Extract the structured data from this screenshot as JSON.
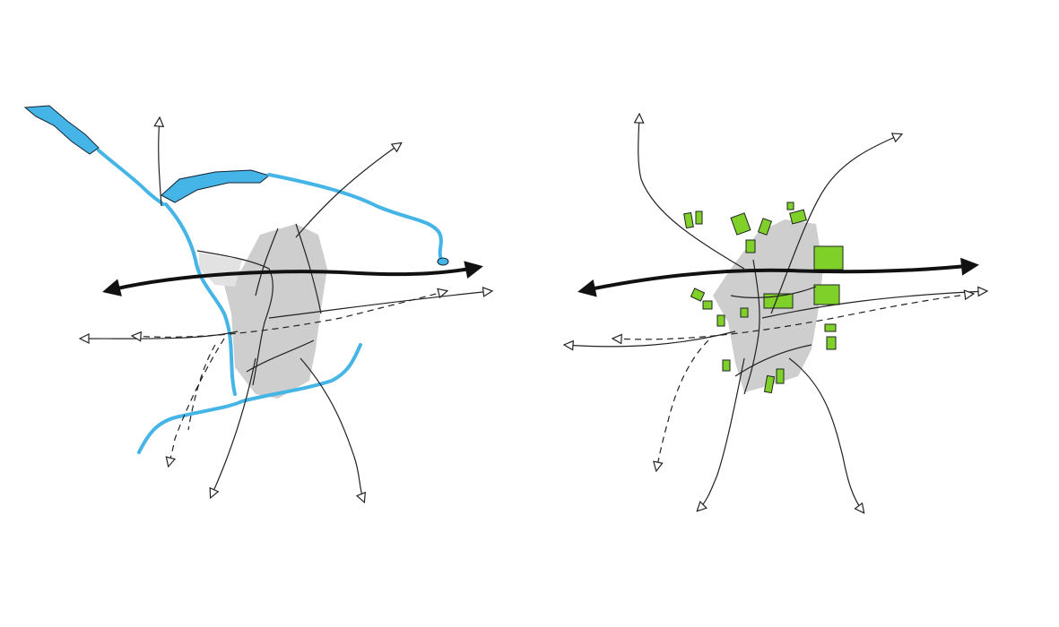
{
  "diagram": {
    "panels": [
      {
        "name": "existing-settlement-with-water",
        "features": [
          "settlement-area",
          "rivers-lakes",
          "main-axis",
          "radial-roads",
          "dashed-connections"
        ]
      },
      {
        "name": "settlement-with-green-development",
        "features": [
          "settlement-area",
          "green-development-plots",
          "main-axis",
          "radial-roads",
          "dashed-connections"
        ]
      }
    ],
    "colors": {
      "settlement": "#c9c9c9",
      "water": "#45b4e6",
      "green": "#7fd12a",
      "line": "#222222"
    }
  }
}
